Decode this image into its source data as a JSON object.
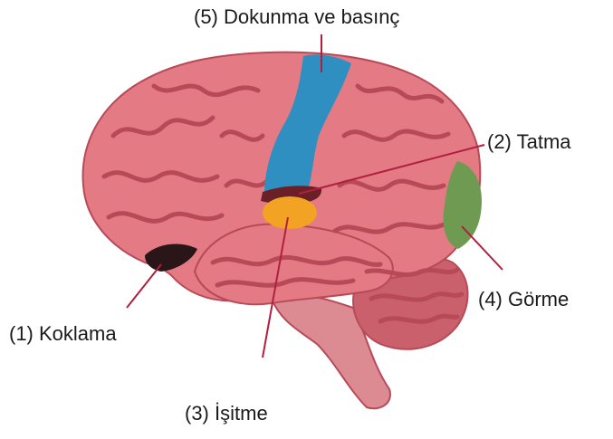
{
  "diagram": {
    "labels": {
      "touch": "(5) Dokunma ve basınç",
      "taste": "(2) Tatma",
      "vision": "(4) Görme",
      "smell": "(1) Koklama",
      "hearing": "(3) İşitme"
    },
    "colors": {
      "cortex": "#e37a84",
      "cortex_shadow": "#b84a57",
      "cortex_highlight": "#f4a3ab",
      "touch_area": "#2f8fc0",
      "taste_area": "#6b2028",
      "hearing_area": "#f2a324",
      "vision_area": "#6f9a52",
      "smell_area": "#2a1618",
      "cerebellum": "#c9606b",
      "brainstem": "#dd8b92",
      "leader_line": "#b0203e"
    }
  }
}
